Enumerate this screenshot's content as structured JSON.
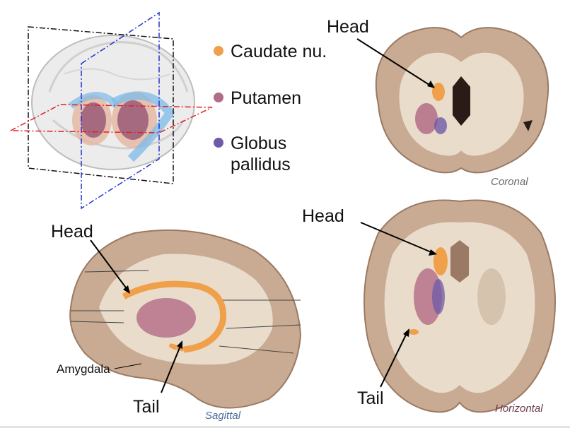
{
  "legend": [
    {
      "label": "Caudate nu.",
      "color": "#f0a04a"
    },
    {
      "label": "Putamen",
      "color": "#b36c86"
    },
    {
      "label": "Globus\npallidus",
      "color": "#6f5aa8"
    }
  ],
  "labels": {
    "coronal_head": "Head",
    "horizontal_head": "Head",
    "horizontal_tail": "Tail",
    "sagittal_head": "Head",
    "sagittal_tail": "Tail",
    "amygdala": "Amygdala"
  },
  "views": {
    "coronal": "Coronal",
    "sagittal": "Sagittal",
    "horizontal": "Horizontal"
  },
  "colors": {
    "caudate": "#f0a04a",
    "putamen": "#b36c86",
    "globus": "#6f5aa8",
    "tissue": "#c8ab92",
    "white_matter": "#e9dccb",
    "view_coronal": "#6b6b6b",
    "view_sagittal": "#4a6a9a",
    "view_horizontal": "#6b3a4a"
  }
}
